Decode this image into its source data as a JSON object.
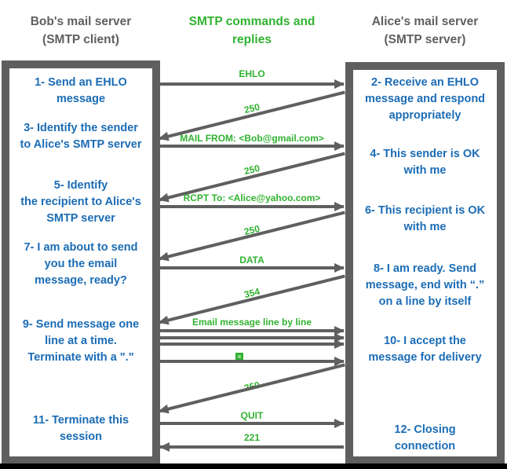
{
  "colors": {
    "gray": "#5f5f5f",
    "green": "#31b231",
    "blue": "#1b6cb5",
    "black": "#000000",
    "white": "#ffffff"
  },
  "headers": {
    "client": [
      "Bob's mail server",
      "(SMTP client)"
    ],
    "middle": [
      "SMTP commands and",
      "replies"
    ],
    "server": [
      "Alice's mail server",
      "(SMTP server)"
    ]
  },
  "client_steps": [
    [
      "1- Send an EHLO",
      "message"
    ],
    [
      "3- Identify the sender",
      "to Alice's SMTP server"
    ],
    [
      "5- Identify",
      "the recipient to Alice's",
      "SMTP server"
    ],
    [
      "7- I am about to send",
      "you the email",
      "message, ready?"
    ],
    [
      "9- Send message one",
      "line at a time.",
      "Terminate with a \".\""
    ],
    [
      "11- Terminate this",
      "session"
    ]
  ],
  "server_steps": [
    [
      "2- Receive an EHLO",
      "message and respond",
      "appropriately"
    ],
    [
      "4- This sender is OK",
      "with me"
    ],
    [
      "6- This recipient is OK",
      "with me"
    ],
    [
      "8-  I am ready. Send",
      "message, end with “.”",
      "on a line by itself"
    ],
    [
      "10-  I accept the",
      "message for delivery"
    ],
    [
      "12-  Closing",
      "connection"
    ]
  ],
  "lane_labels": {
    "ehlo": "EHLO",
    "reply_250_a": "250",
    "mail_from": "MAIL FROM: <Bob@gmail.com>",
    "reply_250_b": "250",
    "rcpt_to": "RCPT To: <Alice@yahoo.com>",
    "reply_250_c": "250",
    "data_cmd": "DATA",
    "reply_354": "354",
    "email_lines": "Email message line by line",
    "reply_250_d": "250",
    "quit": "QUIT",
    "reply_221": "221"
  },
  "icons": {
    "dot_terminator": "green-square-icon"
  }
}
